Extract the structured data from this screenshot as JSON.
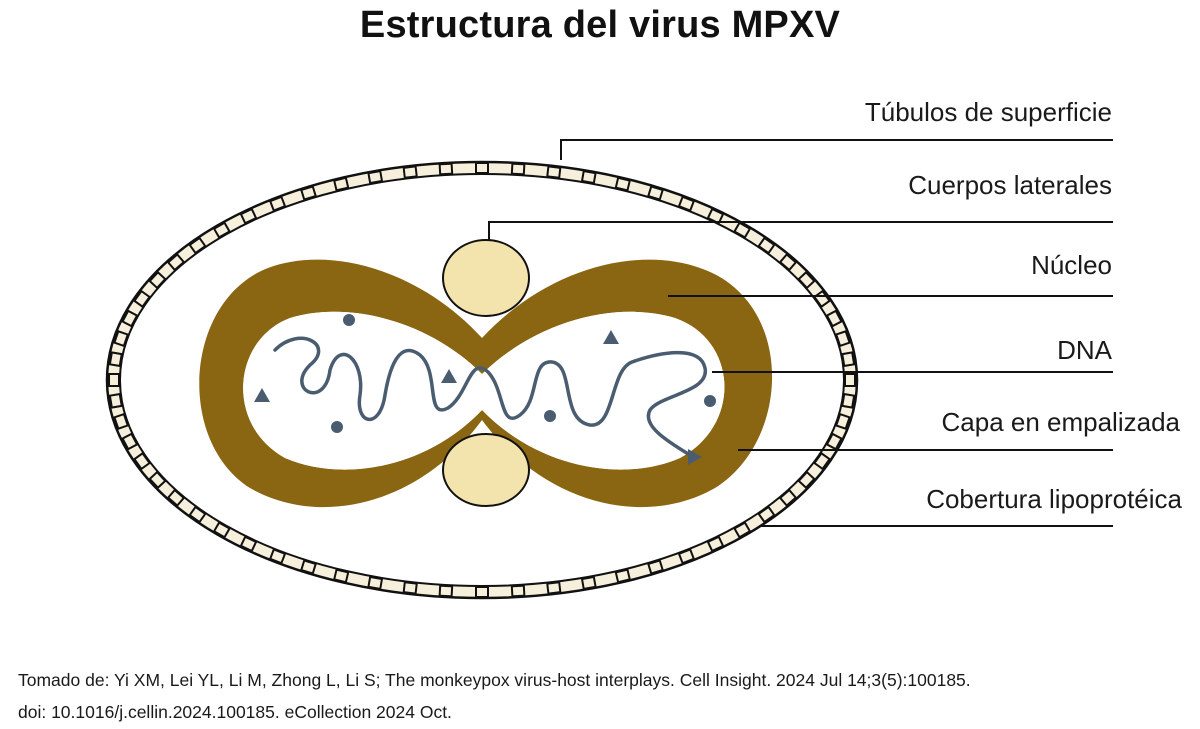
{
  "title": "Estructura del virus MPXV",
  "labels": [
    {
      "key": "tubulos",
      "text": "Túbulos de superficie"
    },
    {
      "key": "cuerpos",
      "text": "Cuerpos laterales"
    },
    {
      "key": "nucleo",
      "text": "Núcleo"
    },
    {
      "key": "dna",
      "text": "DNA"
    },
    {
      "key": "capa",
      "text": "Capa en empalizada"
    },
    {
      "key": "cobertura",
      "text": "Cobertura lipoprotéica"
    }
  ],
  "citation": {
    "line1": "Tomado de: Yi XM, Lei YL, Li M, Zhong L, Li S; The monkeypox virus-host interplays. Cell Insight. 2024 Jul 14;3(5):100185.",
    "line2": "doi: 10.1016/j.cellin.2024.100185. eCollection 2024 Oct."
  },
  "colors": {
    "palisade_layer": "#8a6512",
    "lateral_bodies": "#f3e3ad",
    "envelope_fill": "#f6efdc",
    "dna_strand": "#4a5d70",
    "outline": "#111111"
  }
}
